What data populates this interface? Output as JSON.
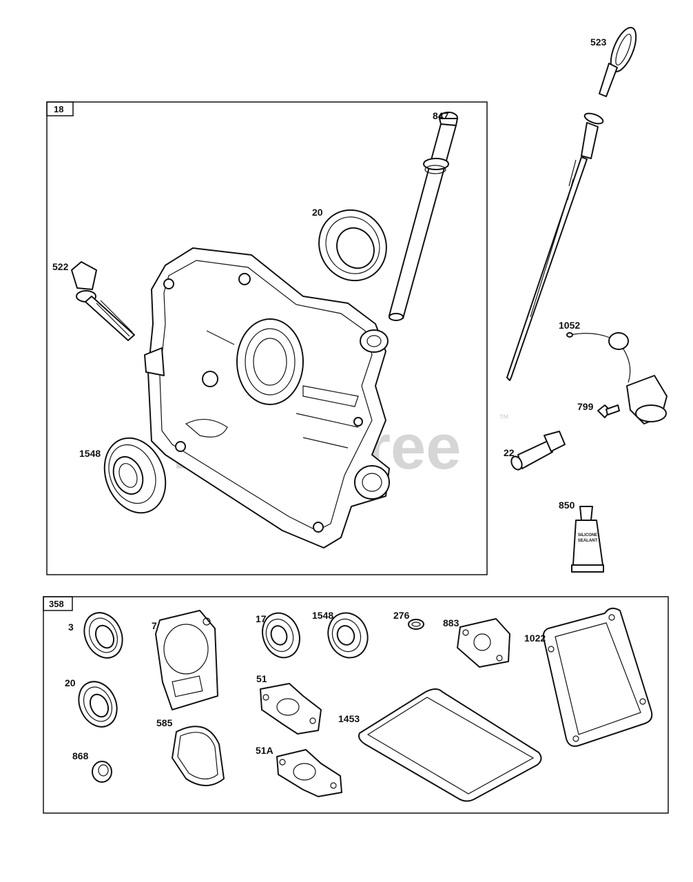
{
  "watermark": {
    "text": "PartsTree",
    "trademark": "™"
  },
  "groups": [
    {
      "id": "18",
      "label": "18"
    },
    {
      "id": "358",
      "label": "358"
    }
  ],
  "callouts": {
    "c523": "523",
    "c847": "847",
    "c20a": "20",
    "c522": "522",
    "c1052": "1052",
    "c799": "799",
    "c22": "22",
    "c1548a": "1548",
    "c850": "850",
    "c3": "3",
    "c7": "7",
    "c17": "17",
    "c1548b": "1548",
    "c276": "276",
    "c883": "883",
    "c1022": "1022",
    "c20b": "20",
    "c51": "51",
    "c1453": "1453",
    "c585": "585",
    "c51a": "51A",
    "c868": "868"
  },
  "tube_text": {
    "line1": "SILICONE",
    "line2": "SEALANT"
  }
}
